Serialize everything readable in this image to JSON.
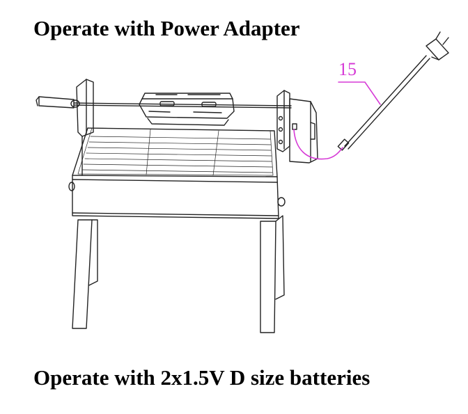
{
  "headings": {
    "power_adapter": "Operate with Power Adapter",
    "batteries": "Operate with 2x1.5V D size batteries"
  },
  "diagram": {
    "part_callout": "15",
    "callout_color": "#d63ad6",
    "line_color": "#222222",
    "icons": [
      "rotisserie-grill-illustration",
      "power-adapter-plug-icon",
      "motor-box-icon"
    ]
  }
}
